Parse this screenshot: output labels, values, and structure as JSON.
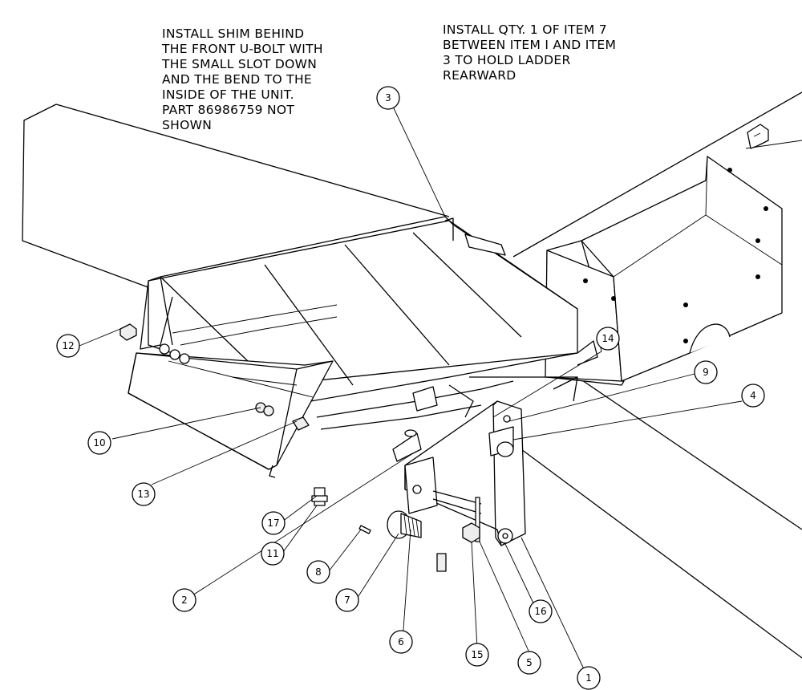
{
  "notes": {
    "left": "INSTALL SHIM BEHIND\nTHE FRONT U-BOLT WITH\nTHE SMALL SLOT DOWN\nAND THE BEND TO THE\nINSIDE OF THE UNIT.\nPART 86986759 NOT\nSHOWN",
    "right": "INSTALL QTY. 1 OF ITEM 7\nBETWEEN ITEM I AND ITEM\n3 TO HOLD LADDER\nREARWARD"
  },
  "callouts": [
    "3",
    "12",
    "14",
    "9",
    "4",
    "10",
    "13",
    "17",
    "11",
    "8",
    "7",
    "6",
    "2",
    "15",
    "5",
    "16",
    "1"
  ]
}
